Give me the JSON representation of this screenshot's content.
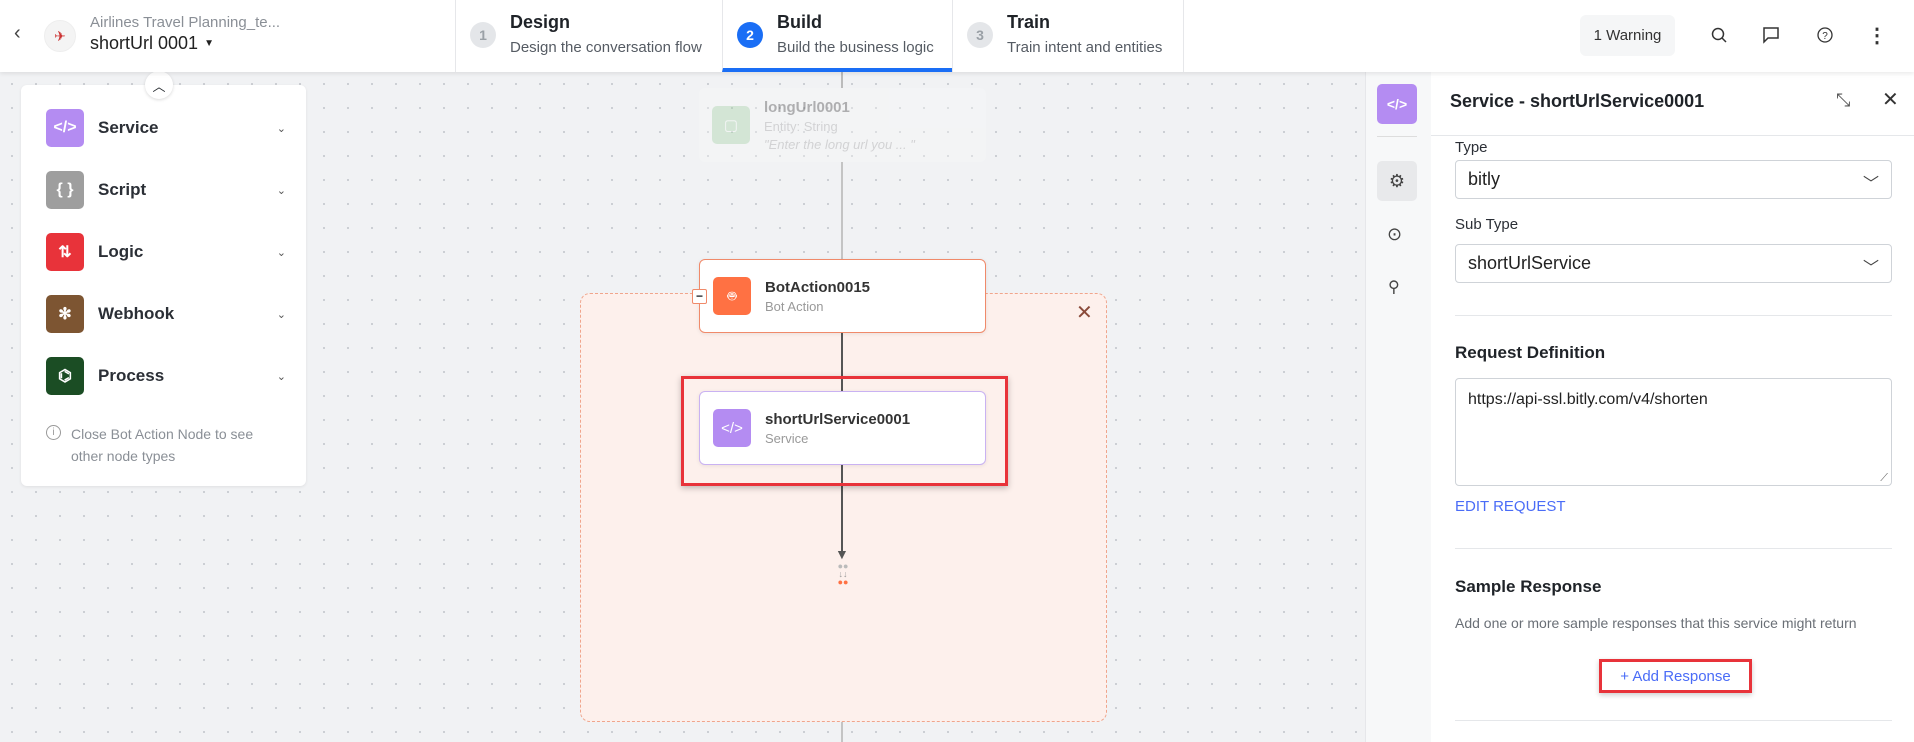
{
  "header": {
    "project_name": "Airlines Travel Planning_te...",
    "dialog_name": "shortUrl 0001",
    "steps": [
      {
        "num": "1",
        "title": "Design",
        "subtitle": "Design the conversation flow"
      },
      {
        "num": "2",
        "title": "Build",
        "subtitle": "Build the business logic",
        "active": true
      },
      {
        "num": "3",
        "title": "Train",
        "subtitle": "Train intent and entities"
      }
    ],
    "warning_label": "1 Warning",
    "icons": [
      "search-icon",
      "chat-icon",
      "help-icon",
      "more-icon"
    ]
  },
  "node_panel": {
    "types": [
      {
        "label": "Service",
        "icon": "code-icon",
        "color": "#b48cf2"
      },
      {
        "label": "Script",
        "icon": "braces-icon",
        "color": "#9e9e9e"
      },
      {
        "label": "Logic",
        "icon": "logic-icon",
        "color": "#e8333a"
      },
      {
        "label": "Webhook",
        "icon": "webhook-icon",
        "color": "#7d5532"
      },
      {
        "label": "Process",
        "icon": "process-icon",
        "color": "#1b4d24"
      }
    ],
    "info": "Close Bot Action Node to see other node types"
  },
  "canvas": {
    "nodes": [
      {
        "name": "longUrl0001",
        "type": "Entity: String",
        "prompt": "\"Enter the long url you ... \""
      },
      {
        "name": "BotAction0015",
        "type": "Bot Action"
      },
      {
        "name": "shortUrlService0001",
        "type": "Service"
      }
    ]
  },
  "properties": {
    "title": "Service - shortUrlService0001",
    "type_label": "Type",
    "type_value": "bitly",
    "subtype_label": "Sub Type",
    "subtype_value": "shortUrlService",
    "request_heading": "Request Definition",
    "request_url": "https://api-ssl.bitly.com/v4/shorten",
    "edit_request": "EDIT REQUEST",
    "sample_heading": "Sample Response",
    "sample_desc": "Add one or more sample responses that this service might return",
    "add_response": "+ Add Response"
  },
  "colors": {
    "accent": "#1a6ef5",
    "link": "#4a6cf7",
    "highlight": "#e8333a",
    "bot_action": "#ff7143",
    "service": "#b48cf2"
  }
}
